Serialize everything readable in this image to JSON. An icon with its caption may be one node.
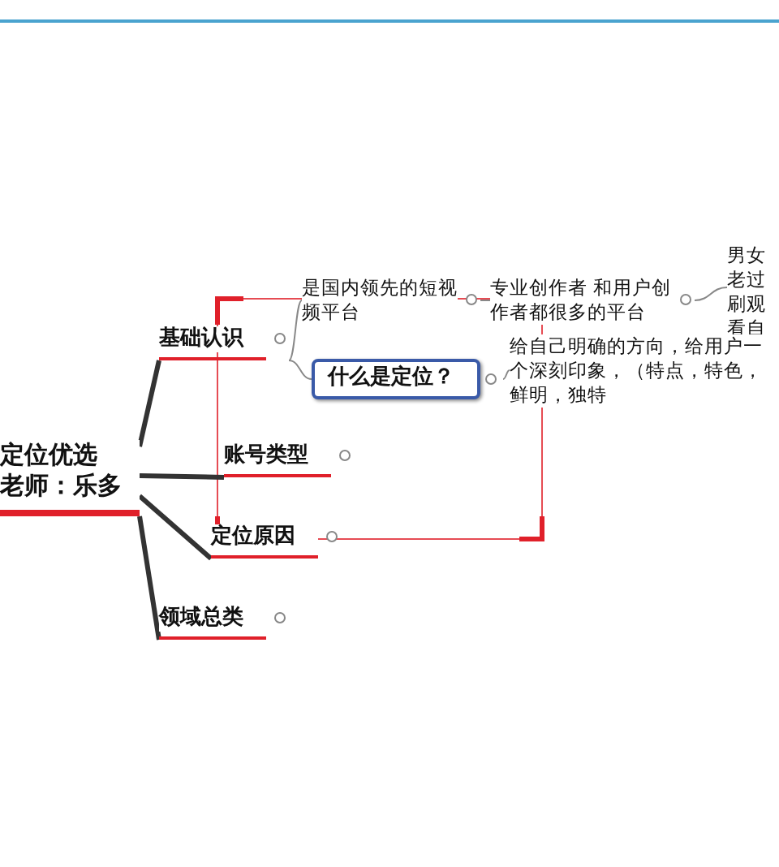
{
  "diagram": {
    "nodes": [
      {
        "text": [
          "定位优选",
          "老师：乐多"
        ]
      },
      {
        "text": [
          "基础认识"
        ]
      },
      {
        "text": [
          "账号类型"
        ]
      },
      {
        "text": [
          "定位原因"
        ]
      },
      {
        "text": [
          "领域总类"
        ]
      },
      {
        "text": [
          "是国内领先的短视频平台"
        ]
      },
      {
        "text": [
          "专业创作者 和用户创作者都很多的平台"
        ]
      },
      {
        "text": [
          "男女老过刷观看自"
        ]
      },
      {
        "text": [
          "什么是定位？"
        ]
      },
      {
        "text": [
          "给自己明确的方向，给用户一个深刻印象，（特点，特色，鲜明，独特"
        ]
      }
    ],
    "edges": [
      {
        "from": 0,
        "to": 1,
        "arrow": "none",
        "style": "thick"
      },
      {
        "from": 0,
        "to": 2,
        "arrow": "none",
        "style": "thick"
      },
      {
        "from": 0,
        "to": 3,
        "arrow": "none",
        "style": "thick"
      },
      {
        "from": 0,
        "to": 4,
        "arrow": "none",
        "style": "thick"
      },
      {
        "from": 1,
        "to": 5,
        "arrow": "none"
      },
      {
        "from": 1,
        "to": 8,
        "arrow": "none"
      },
      {
        "from": 5,
        "to": 6,
        "arrow": "none"
      },
      {
        "from": 6,
        "to": 7,
        "arrow": "none"
      },
      {
        "from": 8,
        "to": 9,
        "arrow": "none"
      }
    ]
  }
}
